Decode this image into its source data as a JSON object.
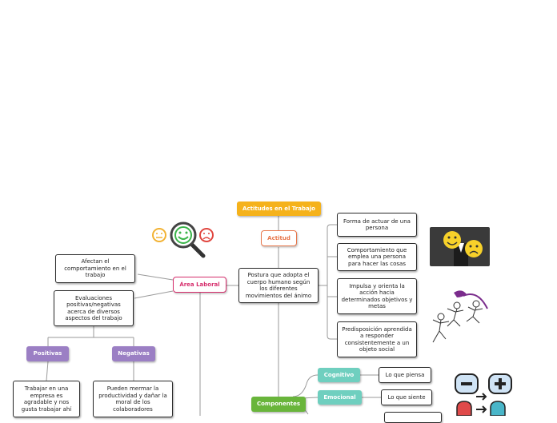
{
  "colors": {
    "root": "#f5b21b",
    "actitud_border": "#e8764a",
    "area_border": "#d62f6d",
    "classification": "#9b7fc4",
    "componentes": "#69b53b",
    "component_items": "#6fcfbf",
    "line": "#9a9a9a"
  },
  "nodes": {
    "root": "Actitudes en el Trabajo",
    "actitud": "Actitud",
    "area_laboral": "Área Laboral",
    "postura": "Postura que adopta el cuerpo humano según los diferentes movimientos del ánimo",
    "forma": "Forma de actuar de una persona",
    "comportamiento": "Comportamiento que emplea una persona para hacer las cosas",
    "impulsa": "Impulsa y orienta la acción hacia determinados objetivos y metas",
    "predisposicion": "Predisposición aprendida a responder consistentemente a un objeto social",
    "afectan": "Afectan el comportamiento en el trabajo",
    "evaluaciones": "Evaluaciones positivas/negativas acerca de diversos aspectos del trabajo",
    "positivas": "Positivas",
    "negativas": "Negativas",
    "trabajar": "Trabajar en una empresa es agradable y nos gusta trabajar ahí",
    "pueden": "Pueden mermar la productividad y dañar la moral de los colaboradores",
    "componentes": "Componentes",
    "cognitivo": "Cognitivo",
    "emocional": "Emocional",
    "piensa": "Lo que piensa",
    "siente": "Lo que siente"
  },
  "icons": [
    "emoji-faces-icon",
    "magnifier-smiley-icon",
    "businessman-emoji-icon",
    "running-figures-icon",
    "minus-plus-people-icon"
  ]
}
